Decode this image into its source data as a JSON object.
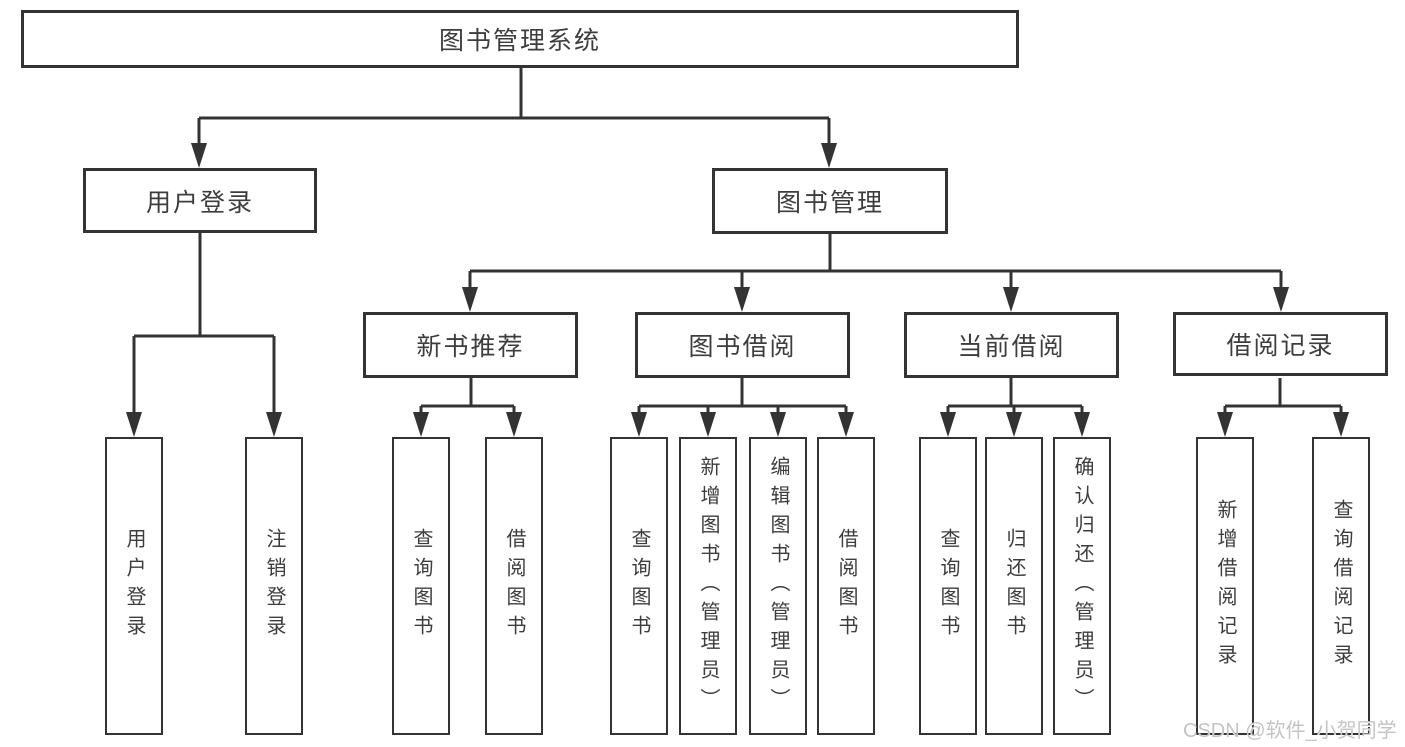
{
  "diagram": {
    "root": {
      "label": "图书管理系统"
    },
    "branches": [
      {
        "label": "用户登录",
        "children": [
          {
            "label": "用户登录"
          },
          {
            "label": "注销登录"
          }
        ]
      },
      {
        "label": "图书管理",
        "children": [
          {
            "label": "新书推荐",
            "children": [
              {
                "label": "查询图书"
              },
              {
                "label": "借阅图书"
              }
            ]
          },
          {
            "label": "图书借阅",
            "children": [
              {
                "label": "查询图书"
              },
              {
                "label": "新增图书（管理员）"
              },
              {
                "label": "编辑图书（管理员）"
              },
              {
                "label": "借阅图书"
              }
            ]
          },
          {
            "label": "当前借阅",
            "children": [
              {
                "label": "查询图书"
              },
              {
                "label": "归还图书"
              },
              {
                "label": "确认归还（管理员）"
              }
            ]
          },
          {
            "label": "借阅记录",
            "children": [
              {
                "label": "新增借阅记录"
              },
              {
                "label": "查询借阅记录"
              }
            ]
          }
        ]
      }
    ],
    "watermark": "CSDN @软件_小贺同学",
    "colors": {
      "line": "#333333",
      "text": "#3d3d3d",
      "watermark": "#c4c4c4",
      "background": "#ffffff"
    }
  }
}
